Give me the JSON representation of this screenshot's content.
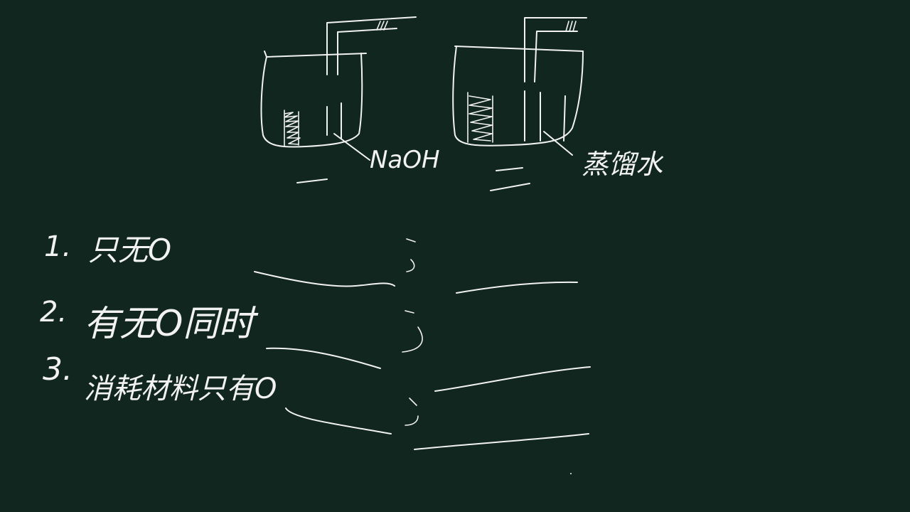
{
  "board": {
    "background": "#10261f",
    "ink_color": "#f2f2f2"
  },
  "diagram": {
    "beaker1": {
      "liquid_label": "NaOH",
      "number_label": "一"
    },
    "beaker2": {
      "liquid_label": "蒸馏水",
      "number_label": "二"
    }
  },
  "steps": [
    {
      "number": "1.",
      "text": "只无O"
    },
    {
      "number": "2.",
      "text": "有无O同时"
    },
    {
      "number": "3.",
      "text": "消耗材料只有O"
    }
  ]
}
